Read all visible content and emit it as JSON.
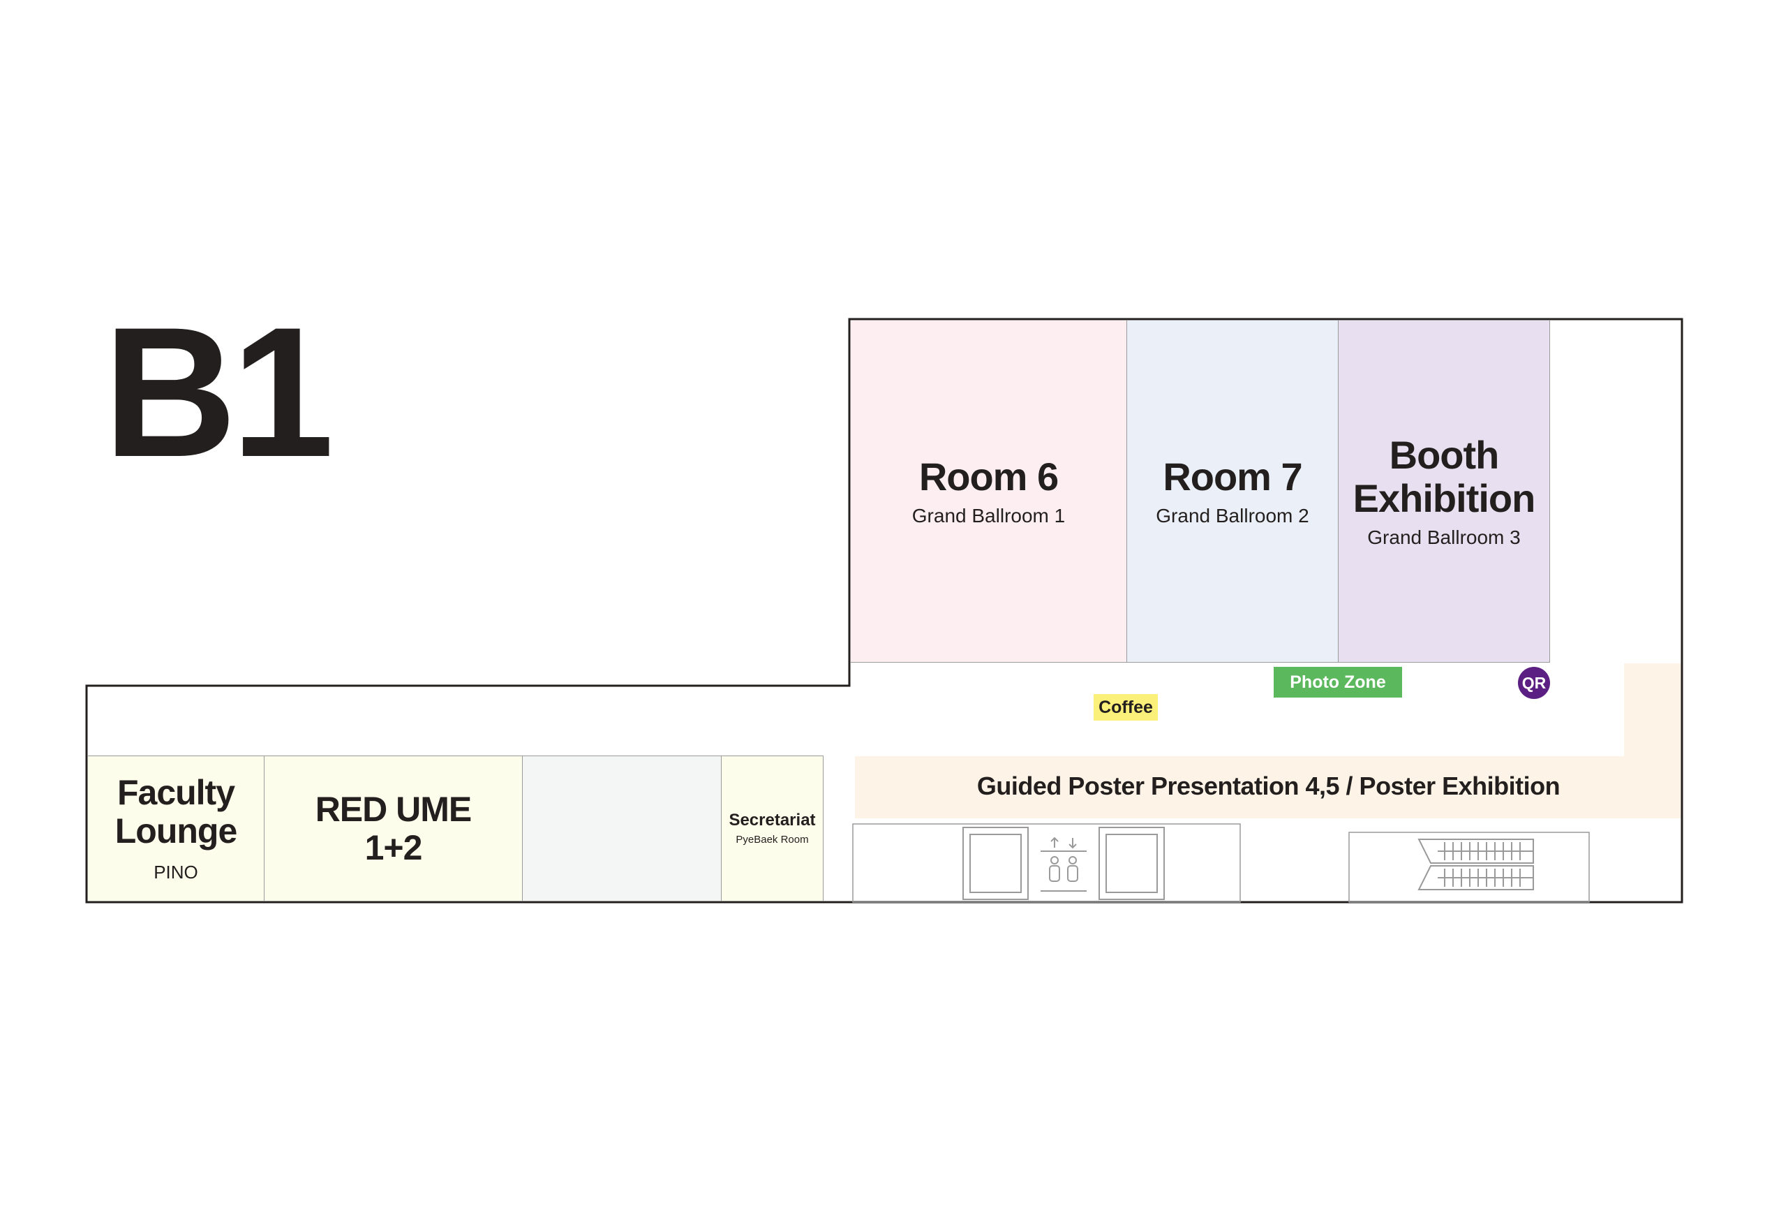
{
  "floor": {
    "label": "B1"
  },
  "rooms": {
    "room6": {
      "name": "Room 6",
      "sub": "Grand Ballroom 1"
    },
    "room7": {
      "name": "Room 7",
      "sub": "Grand Ballroom 2"
    },
    "booth": {
      "name_line1": "Booth",
      "name_line2": "Exhibition",
      "sub": "Grand Ballroom 3"
    },
    "faculty": {
      "name_line1": "Faculty",
      "name_line2": "Lounge",
      "sub": "PINO"
    },
    "redume": {
      "name_line1": "RED UME",
      "name_line2": "1+2"
    },
    "secretariat": {
      "name": "Secretariat",
      "sub": "PyeBaek Room"
    }
  },
  "markers": {
    "coffee": "Coffee",
    "photo_zone": "Photo Zone",
    "qr": "QR",
    "poster": "Guided Poster Presentation 4,5 / Poster Exhibition"
  },
  "colors": {
    "room6": "#fdeef1",
    "room7": "#ebf0f8",
    "booth": "#e8e0f1",
    "lower_rooms": "#fdfdeb",
    "blank_room": "#f4f6f5",
    "poster_band": "#fdf3e7",
    "coffee": "#fbf07a",
    "photo_zone": "#5cb85c",
    "qr": "#5b1e82",
    "outline": "#231f1e"
  },
  "icons": [
    "elevator-icon",
    "stairs-icon"
  ]
}
